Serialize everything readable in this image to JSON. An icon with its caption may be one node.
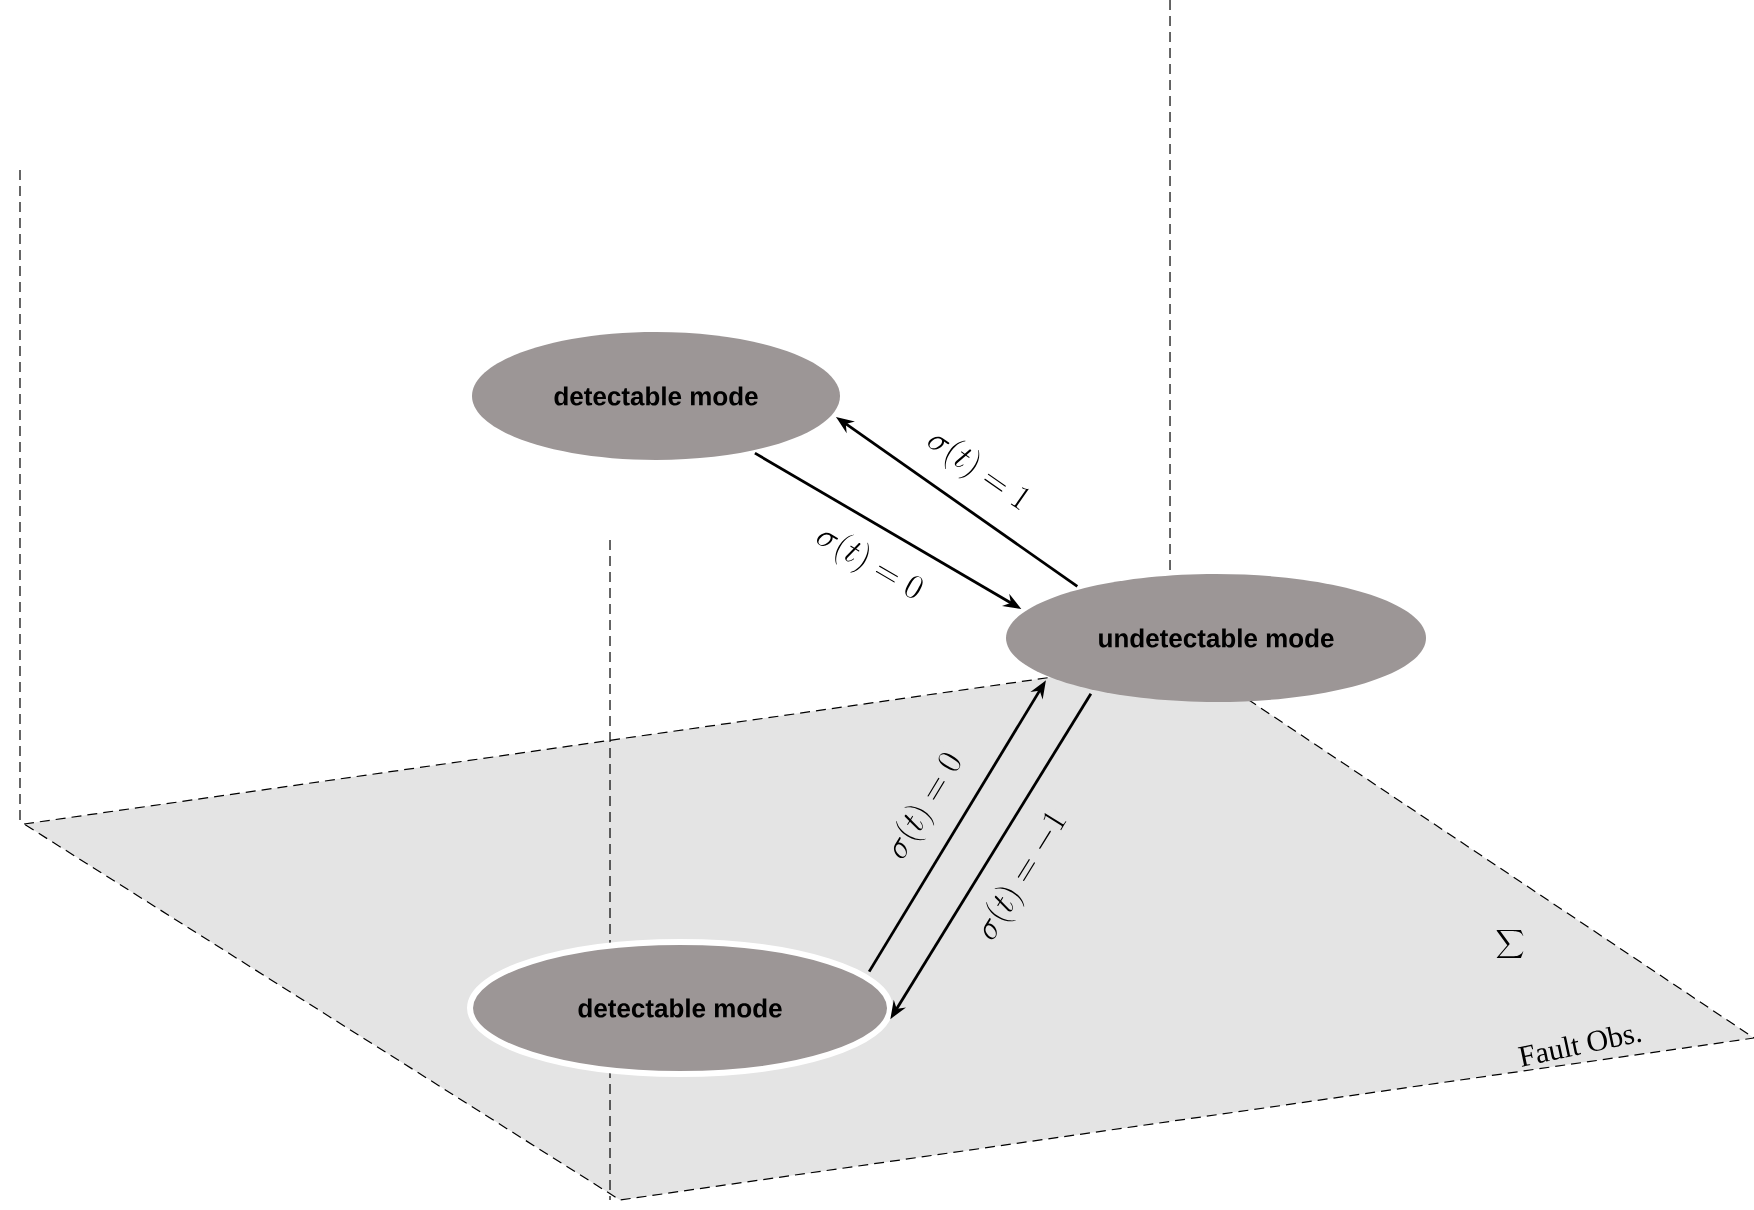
{
  "diagram": {
    "nodes": [
      {
        "text": [
          "detectable mode"
        ]
      },
      {
        "text": [
          "undetectable mode"
        ]
      },
      {
        "text": [
          "detectable mode"
        ]
      }
    ],
    "edges": [
      {
        "from": 0,
        "to": 1,
        "arrow": "to",
        "label": "\\sigma(t) = 0"
      },
      {
        "from": 1,
        "to": 0,
        "arrow": "to",
        "label": "\\sigma(t) = 1"
      },
      {
        "from": 2,
        "to": 1,
        "arrow": "to",
        "label": "\\sigma(t) = 0"
      },
      {
        "from": 1,
        "to": 2,
        "arrow": "to",
        "label": "\\sigma(t) = -1"
      }
    ],
    "labels": [
      "\\sum",
      "Fault Obs."
    ]
  }
}
